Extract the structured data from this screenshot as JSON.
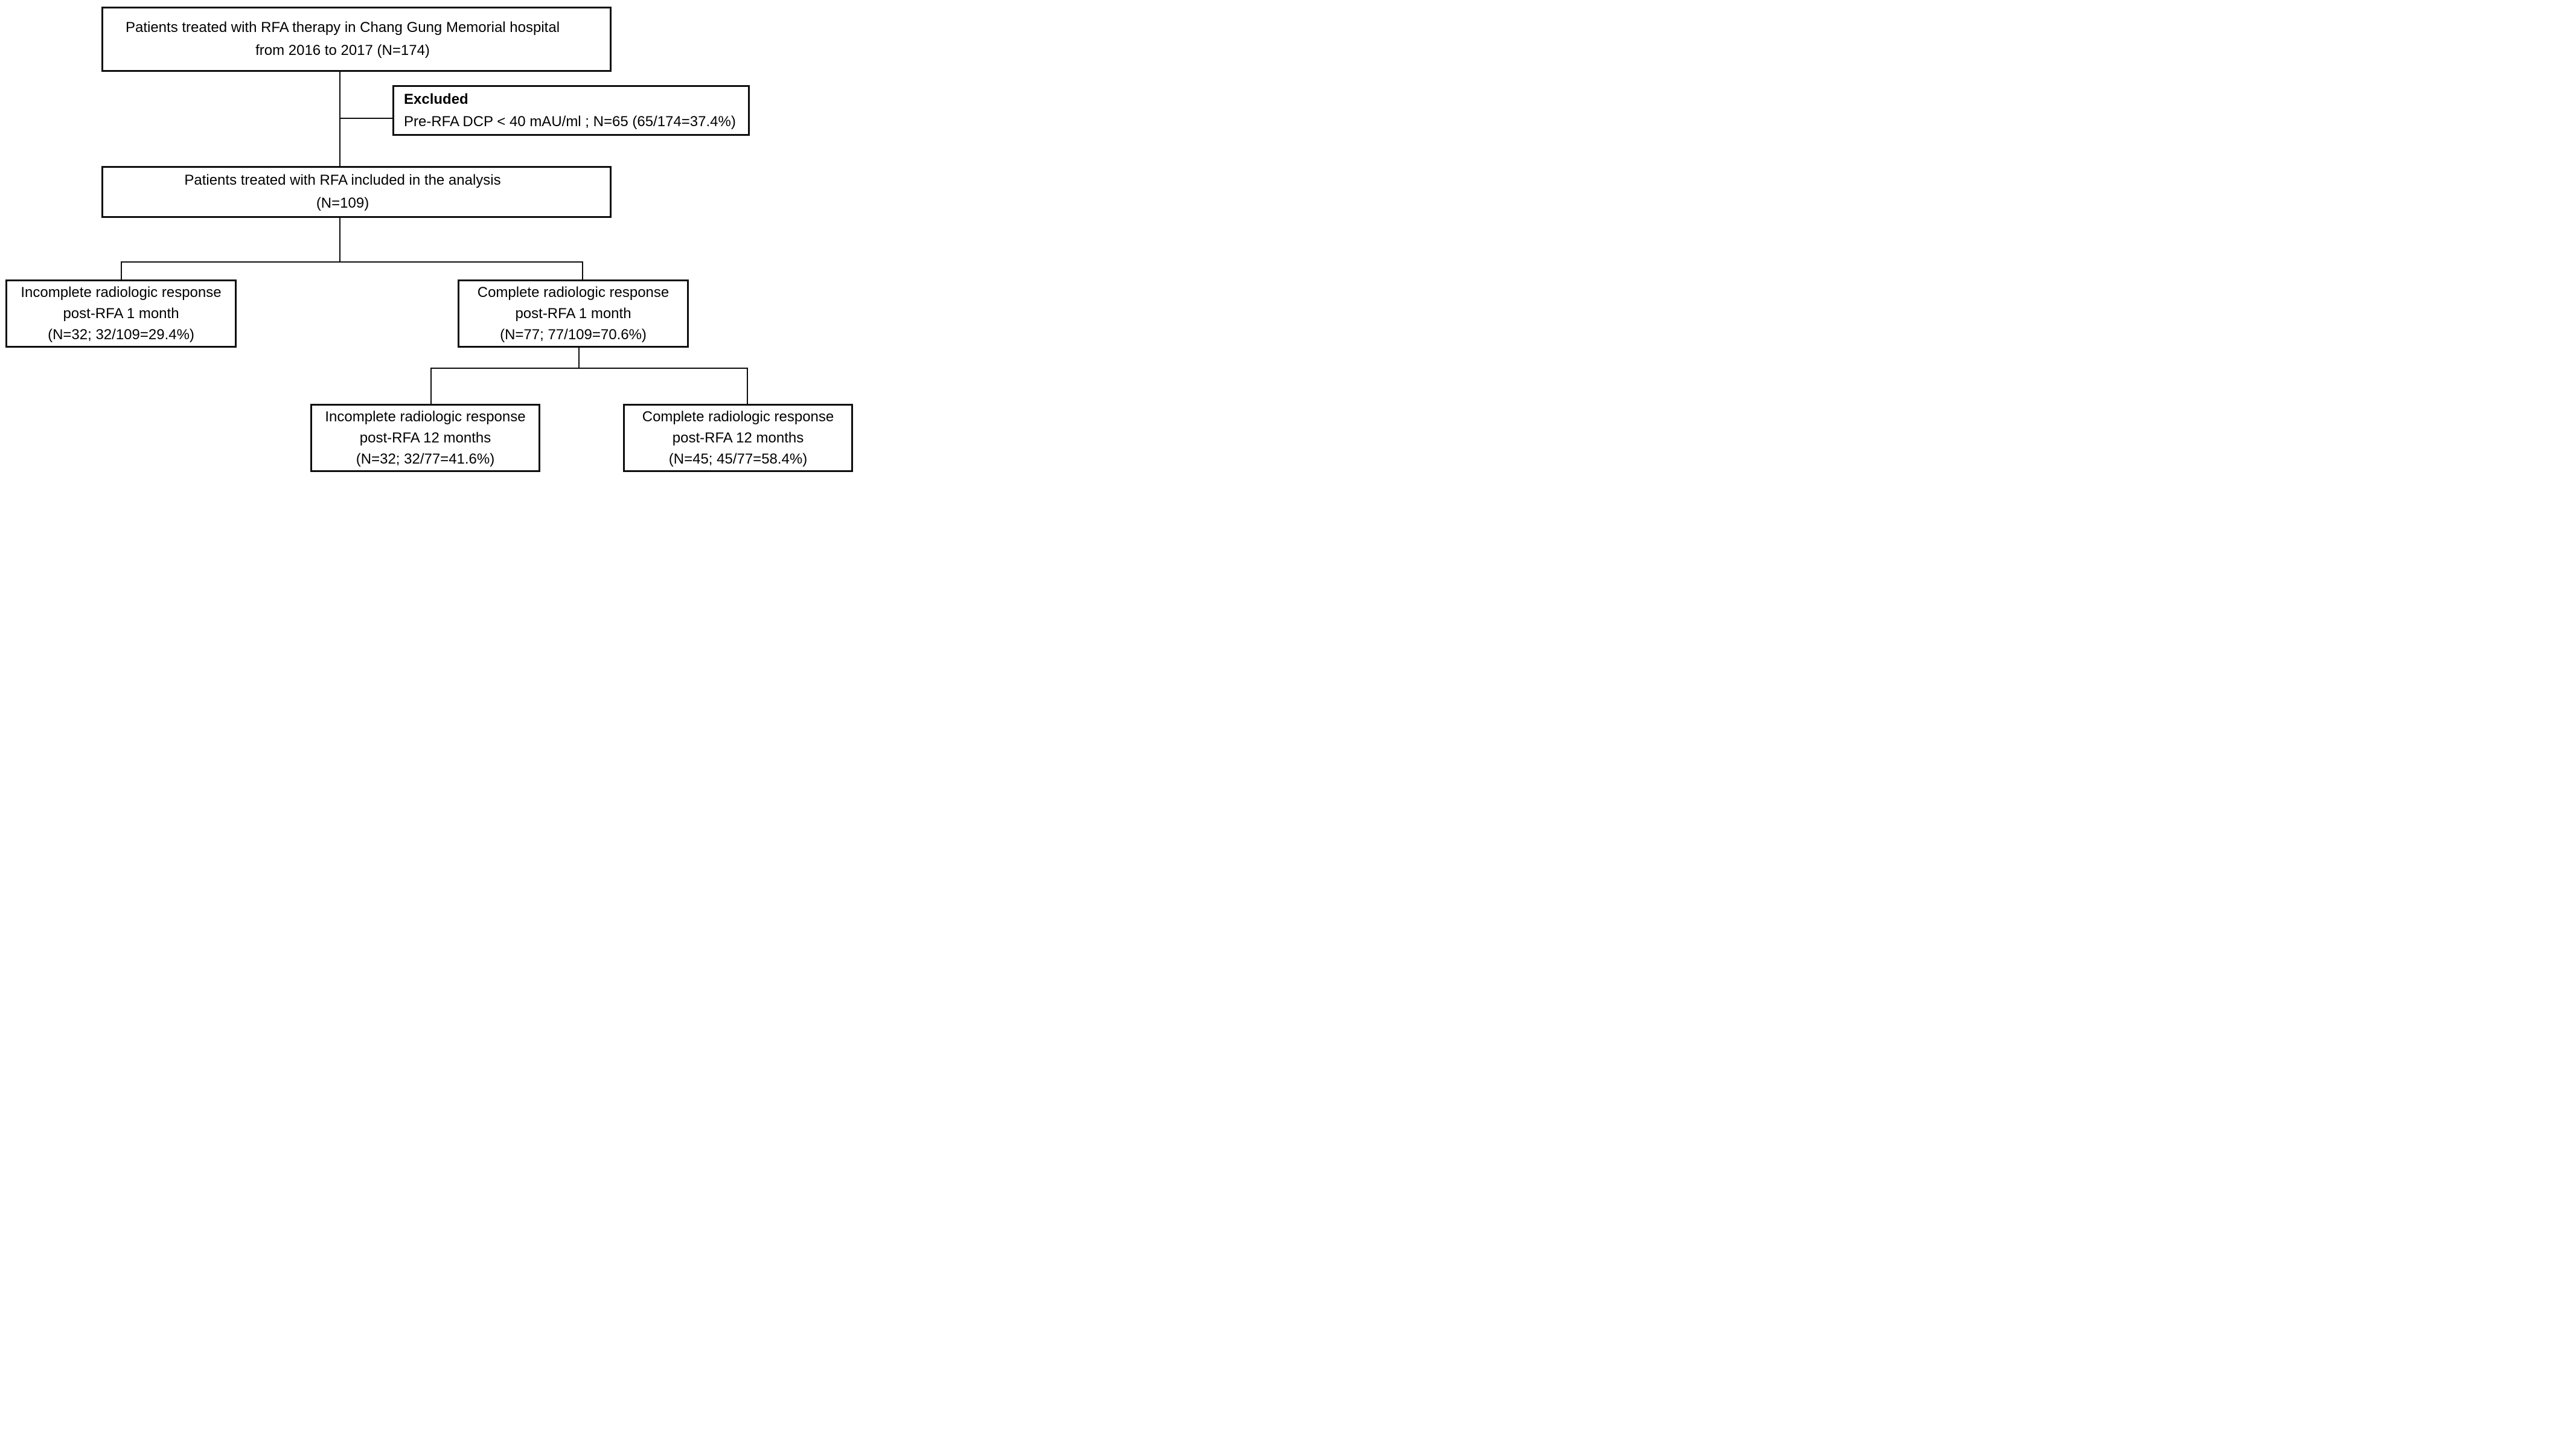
{
  "figure": {
    "type": "flowchart",
    "background": "#ffffff",
    "line_color": "#0d0d0d",
    "text_color": "#000000"
  },
  "nodes": {
    "enrollment": {
      "lines": [
        "Patients treated with RFA therapy in Chang Gung Memorial hospital",
        "from 2016 to 2017 (N=174)"
      ]
    },
    "excluded": {
      "title": "Excluded",
      "detail": "Pre-RFA DCP < 40 mAU/ml ; N=65 (65/174=37.4%)"
    },
    "included": {
      "lines": [
        "Patients treated with RFA included in the analysis",
        "(N=109)"
      ]
    },
    "incomplete_1m": {
      "lines": [
        "Incomplete radiologic response",
        "post-RFA 1 month",
        "(N=32; 32/109=29.4%)"
      ]
    },
    "complete_1m": {
      "lines": [
        "Complete radiologic response",
        "post-RFA 1 month",
        "(N=77; 77/109=70.6%)"
      ]
    },
    "incomplete_12m": {
      "lines": [
        "Incomplete radiologic response",
        "post-RFA 12 months",
        "(N=32; 32/77=41.6%)"
      ]
    },
    "complete_12m": {
      "lines": [
        "Complete radiologic response",
        "post-RFA 12 months",
        "(N=45; 45/77=58.4%)"
      ]
    }
  }
}
